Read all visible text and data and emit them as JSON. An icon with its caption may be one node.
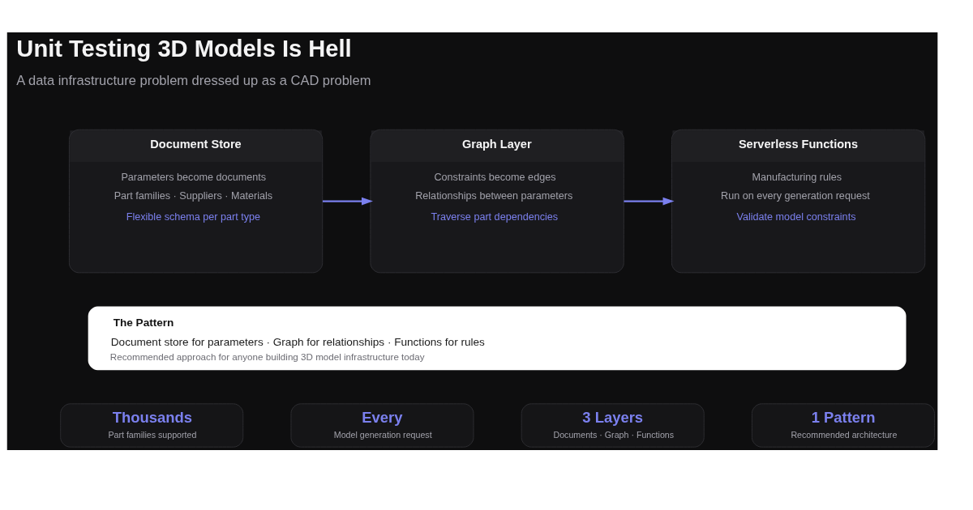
{
  "diagram": {
    "title": "Unit Testing 3D Models Is Hell",
    "nodes": [
      {
        "text": [
          "Document Store",
          "Parameters become documents",
          "Part families · Suppliers · Materials",
          "Flexible schema per part type"
        ]
      },
      {
        "text": [
          "Graph Layer",
          "Constraints become edges",
          "Relationships between parameters",
          "Traverse part dependencies"
        ]
      },
      {
        "text": [
          "Serverless Functions",
          "Manufacturing rules",
          "Run on every generation request",
          "Validate model constraints"
        ]
      },
      {
        "text": [
          "The Pattern",
          "Document store for parameters · Graph for relationships · Functions for rules",
          "Recommended approach for anyone building 3D model infrastructure today"
        ]
      },
      {
        "text": [
          "Thousands",
          "Part families supported"
        ]
      },
      {
        "text": [
          "Every",
          "Model generation request"
        ]
      },
      {
        "text": [
          "3 Layers",
          "Documents · Graph · Functions"
        ]
      },
      {
        "text": [
          "1 Pattern",
          "Recommended architecture"
        ]
      }
    ],
    "edges": [
      {
        "from": 0,
        "to": 1,
        "arrow": "to"
      },
      {
        "from": 1,
        "to": 2,
        "arrow": "to"
      }
    ],
    "labels": [
      "A data infrastructure problem dressed up as a CAD problem"
    ]
  }
}
